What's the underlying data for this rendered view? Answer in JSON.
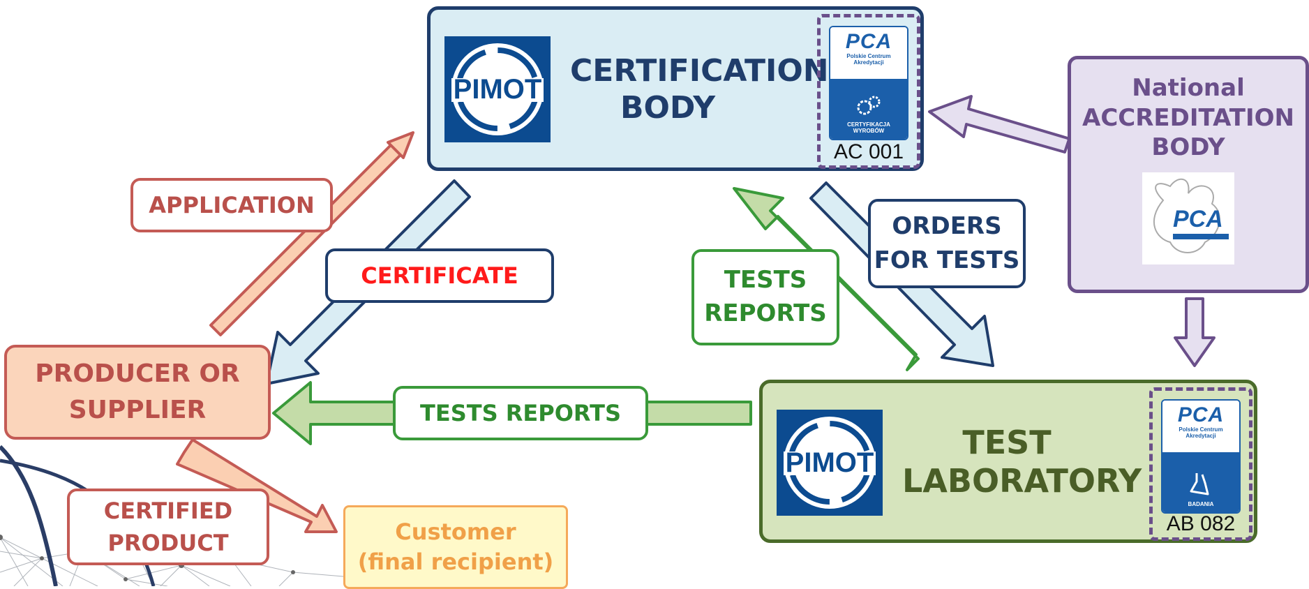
{
  "certification_body": {
    "title_line1": "CERTIFICATION",
    "title_line2": "BODY",
    "logo_text": "PIMOT",
    "accreditation": {
      "pca_logo": "PCA",
      "pca_sub_line1": "Polskie Centrum",
      "pca_sub_line2": "Akredytacji",
      "badge_line1": "CERTYFIKACJA",
      "badge_line2": "WYROBÓW",
      "code": "AC 001"
    }
  },
  "test_laboratory": {
    "title_line1": "TEST",
    "title_line2": "LABORATORY",
    "logo_text": "PIMOT",
    "accreditation": {
      "pca_logo": "PCA",
      "pca_sub_line1": "Polskie Centrum",
      "pca_sub_line2": "Akredytacji",
      "badge_line1": "BADANIA",
      "code": "AB 082"
    }
  },
  "national_body": {
    "title_line1": "National",
    "title_line2": "ACCREDITATION",
    "title_line3": "BODY",
    "logo_text": "PCA"
  },
  "producer": {
    "title_line1": "PRODUCER OR",
    "title_line2": "SUPPLIER"
  },
  "customer": {
    "title_line1": "Customer",
    "title_line2": "(final recipient)"
  },
  "labels": {
    "application": "APPLICATION",
    "certificate": "CERTIFICATE",
    "tests_reports_up_line1": "TESTS",
    "tests_reports_up_line2": "REPORTS",
    "orders_line1": "ORDERS",
    "orders_line2": "FOR TESTS",
    "tests_reports_left": "TESTS REPORTS",
    "certified_line1": "CERTIFIED",
    "certified_line2": "PRODUCT"
  },
  "colors": {
    "cert_blue": "#1f3d6b",
    "lab_green": "#4a6b2a",
    "accreditation_purple": "#6a4f8a",
    "producer_red": "#c45b55",
    "customer_orange": "#f0a048",
    "certificate_red": "#ff1a1a"
  }
}
